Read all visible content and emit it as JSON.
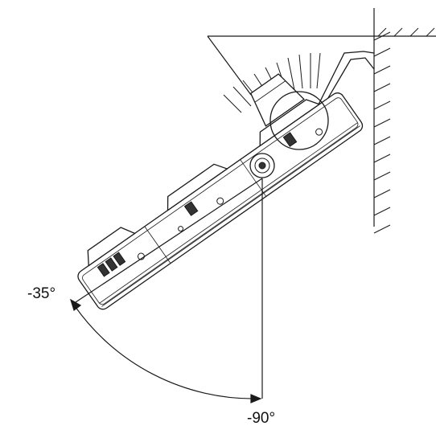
{
  "angles": {
    "min_label": "-35°",
    "max_label": "-90°",
    "min_value_deg": -35,
    "max_value_deg": -90
  },
  "colors": {
    "line": "#1a1a1a",
    "background": "#ffffff"
  }
}
